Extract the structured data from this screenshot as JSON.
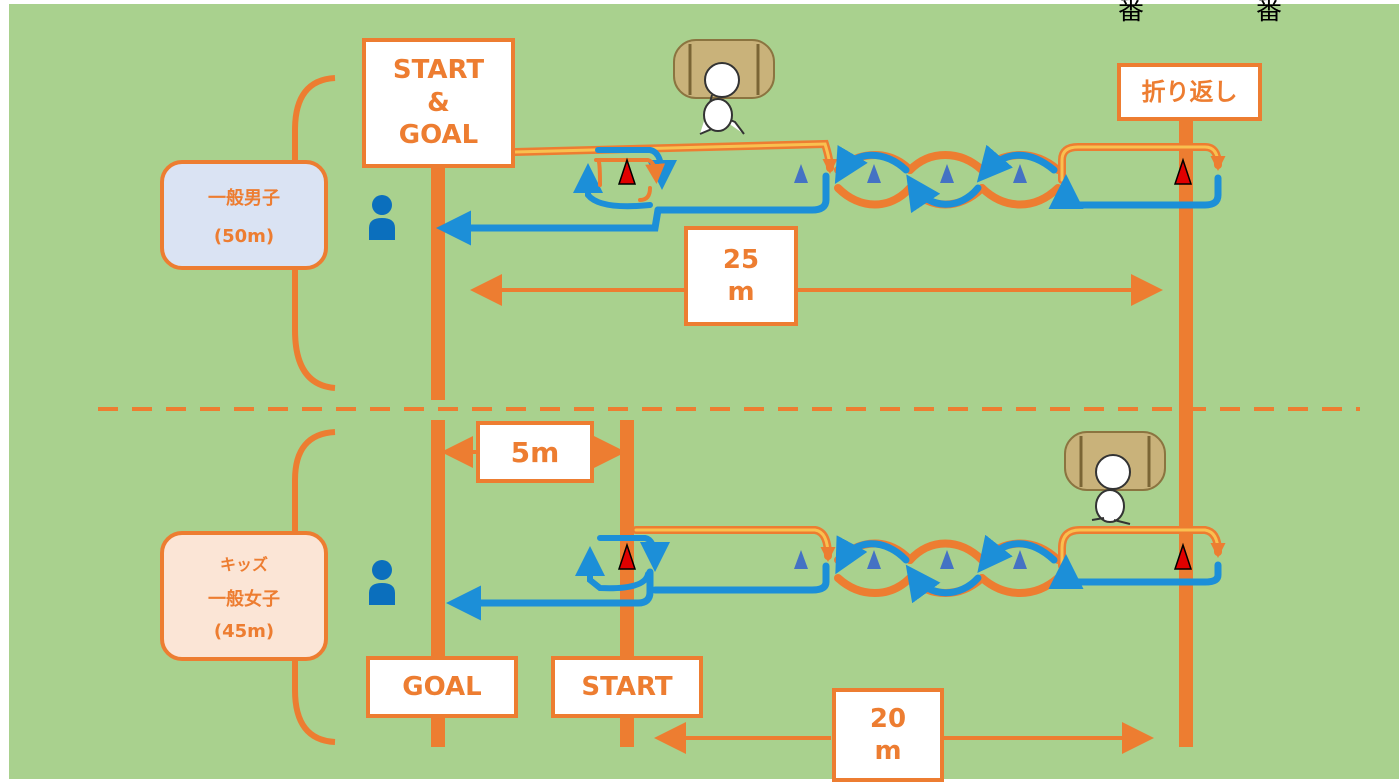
{
  "header_marks": [
    "番",
    "番"
  ],
  "upper": {
    "category": {
      "line1": "一般男子",
      "line2": "(50m)"
    },
    "start_goal_label": "START\n&\nGOAL",
    "turn_label": "折り返し",
    "distance_label": "25\nm"
  },
  "lower": {
    "category": {
      "line1": "キッズ",
      "line2": "一般女子",
      "line3": "(45m)"
    },
    "offset_label": "5m",
    "goal_label": "GOAL",
    "start_label": "START",
    "distance_label": "20\nm"
  },
  "colors": {
    "field": "#a9d18e",
    "orange": "#ed7d31",
    "blue_route": "#1c8fd8",
    "cone_red": "#e00000",
    "cone_blue": "#4472c4",
    "person": "#0b6fbd",
    "men_box": "#dae3f3",
    "women_box": "#fbe5d6"
  },
  "icons": [
    "person-icon",
    "rice-bale-runner-icon",
    "red-cone-icon",
    "blue-cone-icon"
  ]
}
